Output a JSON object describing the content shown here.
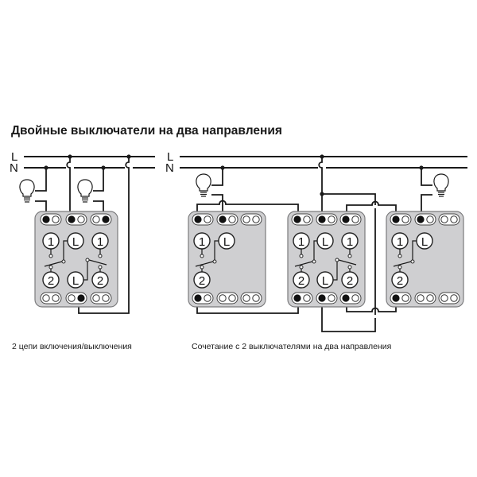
{
  "title": "Двойные выключатели на два направления",
  "bus_labels": {
    "live": "L",
    "neutral": "N"
  },
  "terminal_labels": {
    "one": "1",
    "two": "2",
    "live": "L"
  },
  "left_diagram": {
    "caption": "2 цепи включения/выключения",
    "switch_blocks": 1,
    "lamps": 2
  },
  "right_diagram": {
    "caption": "Сочетание с 2 выключателями на два направления",
    "switch_blocks": 3,
    "lamps": 2
  },
  "colors": {
    "wire": "#1a1a1a",
    "plate_fill": "#cfcfd1",
    "plate_stroke": "#7a7a7c",
    "background": "#ffffff"
  }
}
